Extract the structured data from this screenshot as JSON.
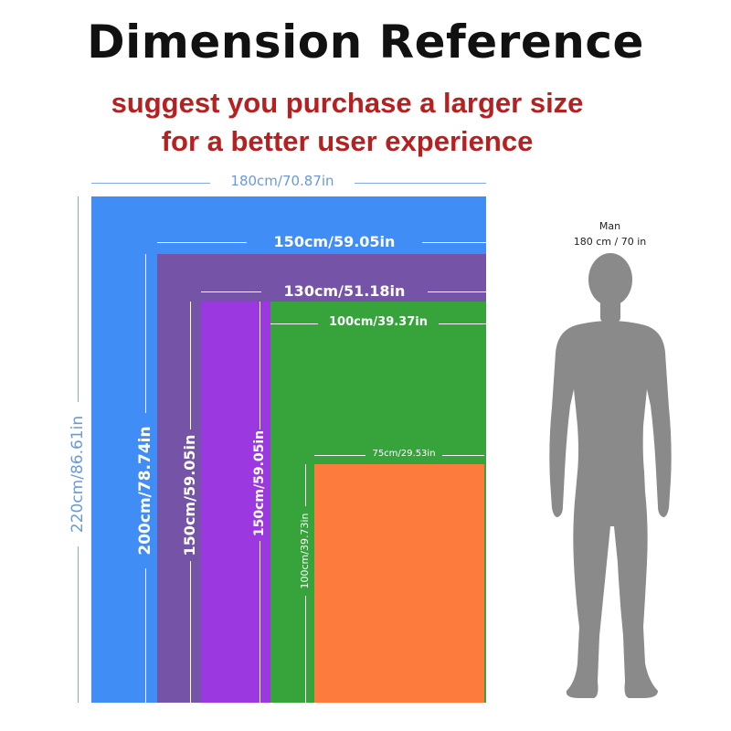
{
  "title": "Dimension Reference",
  "subtitle_line1": "suggest you purchase a larger size",
  "subtitle_line2": "for a better user experience",
  "sizes": {
    "s180x220": {
      "width_label": "180cm/70.87in",
      "height_label": "220cm/86.61in",
      "color": "#3f8df5"
    },
    "s150x200": {
      "width_label": "150cm/59.05in",
      "height_label": "200cm/78.74in",
      "color": "#7554a8"
    },
    "s130x150": {
      "width_label": "130cm/51.18in",
      "height_label": "150cm/59.05in",
      "color": "#9b38e0"
    },
    "s100x150": {
      "width_label": "100cm/39.37in",
      "height_label": "150cm/59.05in",
      "color": "#36a33b"
    },
    "s75x100": {
      "width_label": "75cm/29.53in",
      "height_label": "100cm/39.73in",
      "color": "#fd7b3d"
    }
  },
  "man": {
    "label": "Man",
    "height_label": "180 cm / 70 in",
    "color": "#8a8a8a"
  }
}
